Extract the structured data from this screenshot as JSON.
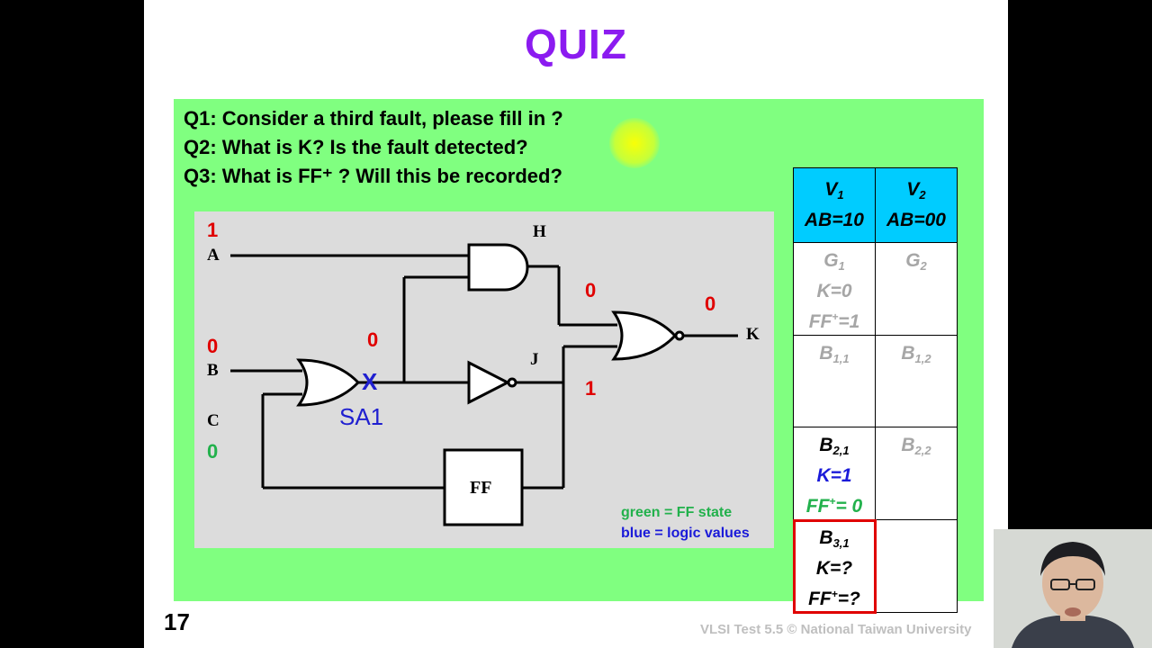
{
  "slide": {
    "title": "QUIZ",
    "page_number": "17",
    "footer": "VLSI Test 5.5 © National Taiwan University"
  },
  "questions": [
    "Q1: Consider a third fault, please fill in ?",
    "Q2: What is K?  Is the fault detected?",
    "Q3: What is FF⁺ ?  Will this be recorded?"
  ],
  "circuit": {
    "labels": {
      "A": "A",
      "B": "B",
      "C": "C",
      "H": "H",
      "J": "J",
      "K": "K",
      "FF": "FF"
    },
    "values": {
      "A": "1",
      "B": "0",
      "C": "0",
      "or_out": "0",
      "and_out": "0",
      "inv_out": "1",
      "K": "0"
    },
    "fault_mark": "X",
    "fault_label": "SA1",
    "legend": [
      "green = FF state",
      "blue = logic values"
    ]
  },
  "table": {
    "headers": [
      {
        "v": "V",
        "sub": "1",
        "cond": "AB=10"
      },
      {
        "v": "V",
        "sub": "2",
        "cond": "AB=00"
      }
    ],
    "rows": [
      {
        "c1": {
          "name": "G",
          "sub": "1",
          "k": "K=0",
          "ff": "FF",
          "ffsup": "+",
          "ffval": "=1"
        },
        "c2": {
          "name": "G",
          "sub": "2"
        }
      },
      {
        "c1": {
          "name": "B",
          "sub": "1,1"
        },
        "c2": {
          "name": "B",
          "sub": "1,2"
        }
      },
      {
        "c1": {
          "name": "B",
          "sub": "2,1",
          "k": "K=1",
          "ff": "FF",
          "ffsup": "+",
          "ffval": "= 0"
        },
        "c2": {
          "name": "B",
          "sub": "2,2"
        }
      },
      {
        "c1": {
          "name": "B",
          "sub": "3,1",
          "k": "K=?",
          "ff": "FF",
          "ffsup": "+",
          "ffval": "=?"
        },
        "c2": {}
      }
    ]
  },
  "colors": {
    "title": "#8b1bf0",
    "panel": "#80ff80",
    "table_header": "#00ccff",
    "logic_red": "#e00000",
    "fault_blue": "#2020d0",
    "ff_green": "#22b14c"
  }
}
